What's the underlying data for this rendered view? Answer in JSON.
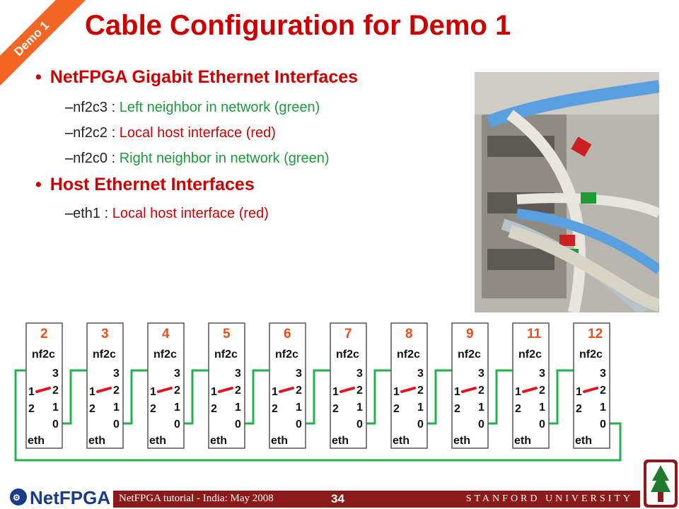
{
  "slide": {
    "corner_label": "Demo 1",
    "title": "Cable Configuration for Demo 1"
  },
  "sections": [
    {
      "heading": "NetFPGA Gigabit Ethernet Interfaces",
      "items": [
        {
          "name": "nf2c3",
          "separator": " : ",
          "desc": "Left neighbor in network (green)",
          "color": "#1a9b3c"
        },
        {
          "name": "nf2c2",
          "separator": " : ",
          "desc": "Local host interface (red)",
          "color": "#d10000"
        },
        {
          "name": "nf2c0",
          "separator": " : ",
          "desc": "Right neighbor in network (green)",
          "color": "#1a9b3c"
        }
      ]
    },
    {
      "heading": "Host Ethernet Interfaces",
      "items": [
        {
          "name": "eth1",
          "separator": " : ",
          "desc": "Local host interface (red)",
          "color": "#d10000"
        }
      ]
    }
  ],
  "diagram": {
    "cards": [
      "2",
      "3",
      "4",
      "5",
      "6",
      "7",
      "8",
      "9",
      "11",
      "12"
    ],
    "nf2c_label": "nf2c",
    "eth_label": "eth",
    "nf2c_ports": [
      "3",
      "2",
      "1",
      "0"
    ],
    "eth_ports": [
      "1",
      "2"
    ],
    "green_color": "#22b24c",
    "red_color": "#e0141e"
  },
  "footer": {
    "left_text": "NetFPGA tutorial - India: May 2008",
    "page_number": "34",
    "right_text": "STANFORD UNIVERSITY",
    "logo_text": "NetFPGA"
  }
}
